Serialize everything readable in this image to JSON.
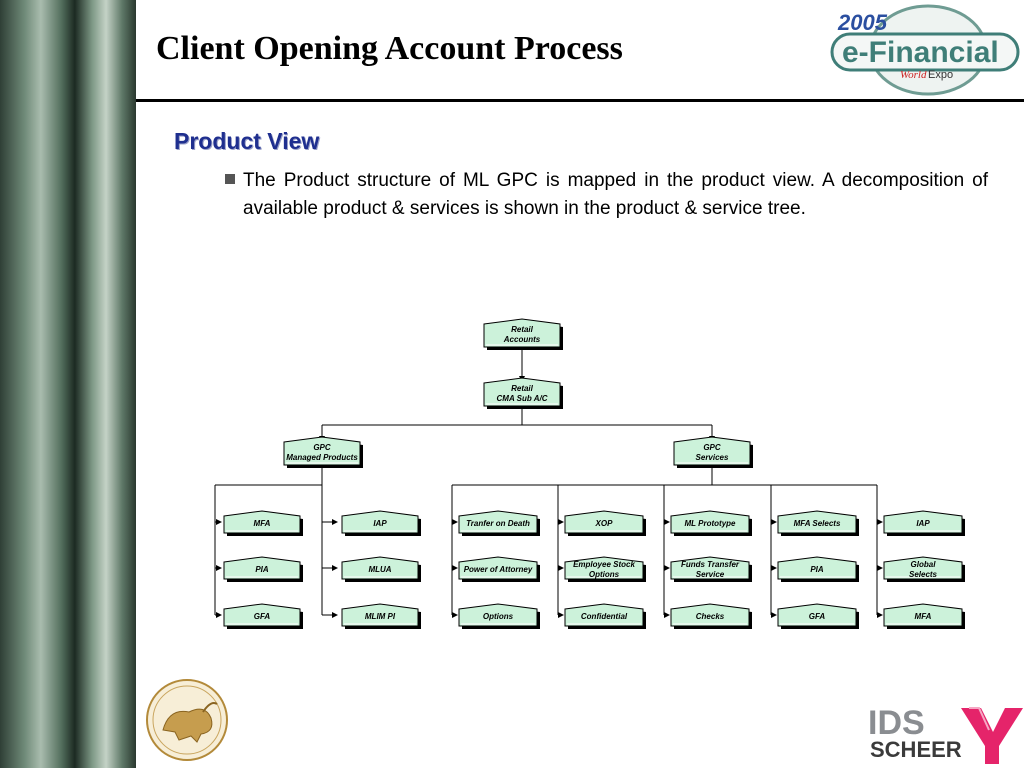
{
  "title": "Client Opening Account Process",
  "section_heading": "Product View",
  "bullet": "The Product structure of ML GPC is mapped in the product view. A decomposition of available product & services is shown in the product & service tree.",
  "logo_top": {
    "year": "2005",
    "name": "e-Financial",
    "sub1": "World",
    "sub2": "Expo"
  },
  "logo_bottom_right": {
    "line1": "IDS",
    "line2": "SCHEER"
  },
  "diagram": {
    "root": [
      "Retail",
      "Accounts"
    ],
    "level1": [
      "Retail",
      "CMA Sub A/C"
    ],
    "level2": [
      [
        "GPC",
        "Managed Products"
      ],
      [
        "GPC",
        "Services"
      ]
    ],
    "managed_products": {
      "col1": [
        "MFA",
        "PIA",
        "GFA"
      ],
      "col2": [
        "IAP",
        "MLUA",
        "MLIM PI"
      ]
    },
    "services": [
      [
        [
          "Tranfer on Death"
        ],
        [
          "Power of Attorney"
        ],
        [
          "Options"
        ]
      ],
      [
        [
          "XOP"
        ],
        [
          "Employee Stock",
          "Options"
        ],
        [
          "Confidential"
        ]
      ],
      [
        [
          "ML Prototype"
        ],
        [
          "Funds Transfer",
          "Service"
        ],
        [
          "Checks"
        ]
      ],
      [
        [
          "MFA Selects"
        ],
        [
          "PIA"
        ],
        [
          "GFA"
        ]
      ],
      [
        [
          "IAP"
        ],
        [
          "Global",
          "Selects"
        ],
        [
          "MFA"
        ]
      ]
    ]
  },
  "colors": {
    "node_fill": "#ccf2da",
    "title_rule": "#000000",
    "heading": "#1f2f8f"
  }
}
